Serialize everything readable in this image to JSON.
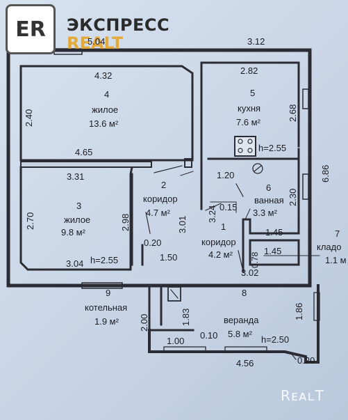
{
  "logo": {
    "mark": "ER",
    "brand_line1": "ЭКСПРЕСС",
    "brand_line2": "REALT"
  },
  "watermark": "RᴇᴀʟT",
  "rooms": [
    {
      "number": "4",
      "name": "жилое",
      "area": "13.6 м²"
    },
    {
      "number": "5",
      "name": "кухня",
      "area": "7.6 м²"
    },
    {
      "number": "2",
      "name": "коридор",
      "area": "4.7 м²"
    },
    {
      "number": "6",
      "name": "ванная",
      "area": "3.3 м²"
    },
    {
      "number": "3",
      "name": "жилое",
      "area": "9.8 м²"
    },
    {
      "number": "1",
      "name": "коридор",
      "area": "4.2 м²"
    },
    {
      "number": "7",
      "name": "кладо",
      "area": "1.1 м"
    },
    {
      "number": "9",
      "name": "котельная",
      "area": "1.9 м²"
    },
    {
      "number": "8",
      "name": "веранда",
      "area": "5.8 м²"
    }
  ],
  "dimensions": {
    "d_5_04": "5.04",
    "d_3_12": "3.12",
    "d_4_32": "4.32",
    "d_2_82": "2.82",
    "d_2_40": "2.40",
    "d_2_68": "2.68",
    "d_6_86": "6.86",
    "d_4_65": "4.65",
    "d_3_31": "3.31",
    "d_1_20": "1.20",
    "d_2_70": "2.70",
    "d_2_98": "2.98",
    "d_3_01": "3.01",
    "d_3_24": "3.24",
    "d_0_15": "0.15",
    "d_2_30": "2.30",
    "d_1_45a": "1.45",
    "d_1_45b": "1.45",
    "d_0_78": "0.78",
    "d_0_20a": "0.20",
    "d_1_50": "1.50",
    "d_3_04": "3.04",
    "d_3_02": "3.02",
    "d_1_86": "1.86",
    "d_1_83": "1.83",
    "d_2_00": "2.00",
    "d_1_00": "1.00",
    "d_0_10": "0.10",
    "d_4_56": "4.56",
    "d_0_20b": "0.20"
  },
  "heights": {
    "h_kitchen": "h=2.55",
    "h_room3": "h=2.55",
    "h_veranda": "h=2.50"
  }
}
